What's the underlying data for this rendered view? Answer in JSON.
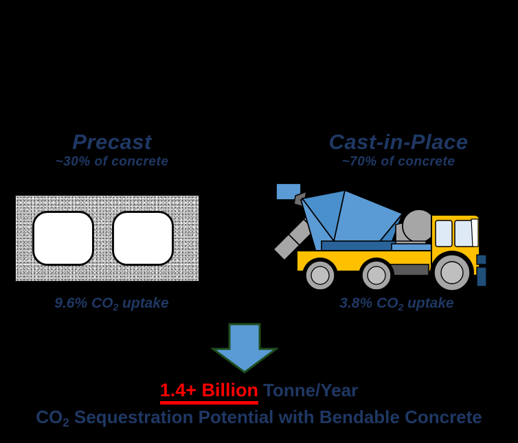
{
  "figure": {
    "background_color": "#000000",
    "text_color": "#1F3864",
    "accent_red": "#FF0000",
    "arrow_color": "#5B9BD5"
  },
  "columns": [
    {
      "id": "precast",
      "title": "Precast",
      "subtitle": "~30% of concrete",
      "uptake_value": "9.6%",
      "uptake_label": "CO",
      "uptake_sub": "2",
      "uptake_suffix": " uptake",
      "illustration": "concrete-block"
    },
    {
      "id": "cast-in-place",
      "title": "Cast-in-Place",
      "subtitle": "~70% of concrete",
      "uptake_value": "3.8%",
      "uptake_label": "CO",
      "uptake_sub": "2",
      "uptake_suffix": " uptake",
      "illustration": "cement-mixer-truck"
    }
  ],
  "arrow": {
    "direction": "down",
    "fill": "#5B9BD5",
    "stroke": "#1F4E1F"
  },
  "caption": {
    "highlight": "1.4+ Billion",
    "unit": "Tonne/Year",
    "line2_prefix": "CO",
    "line2_sub": "2",
    "line2_rest": " Sequestration Potential with Bendable Concrete"
  }
}
